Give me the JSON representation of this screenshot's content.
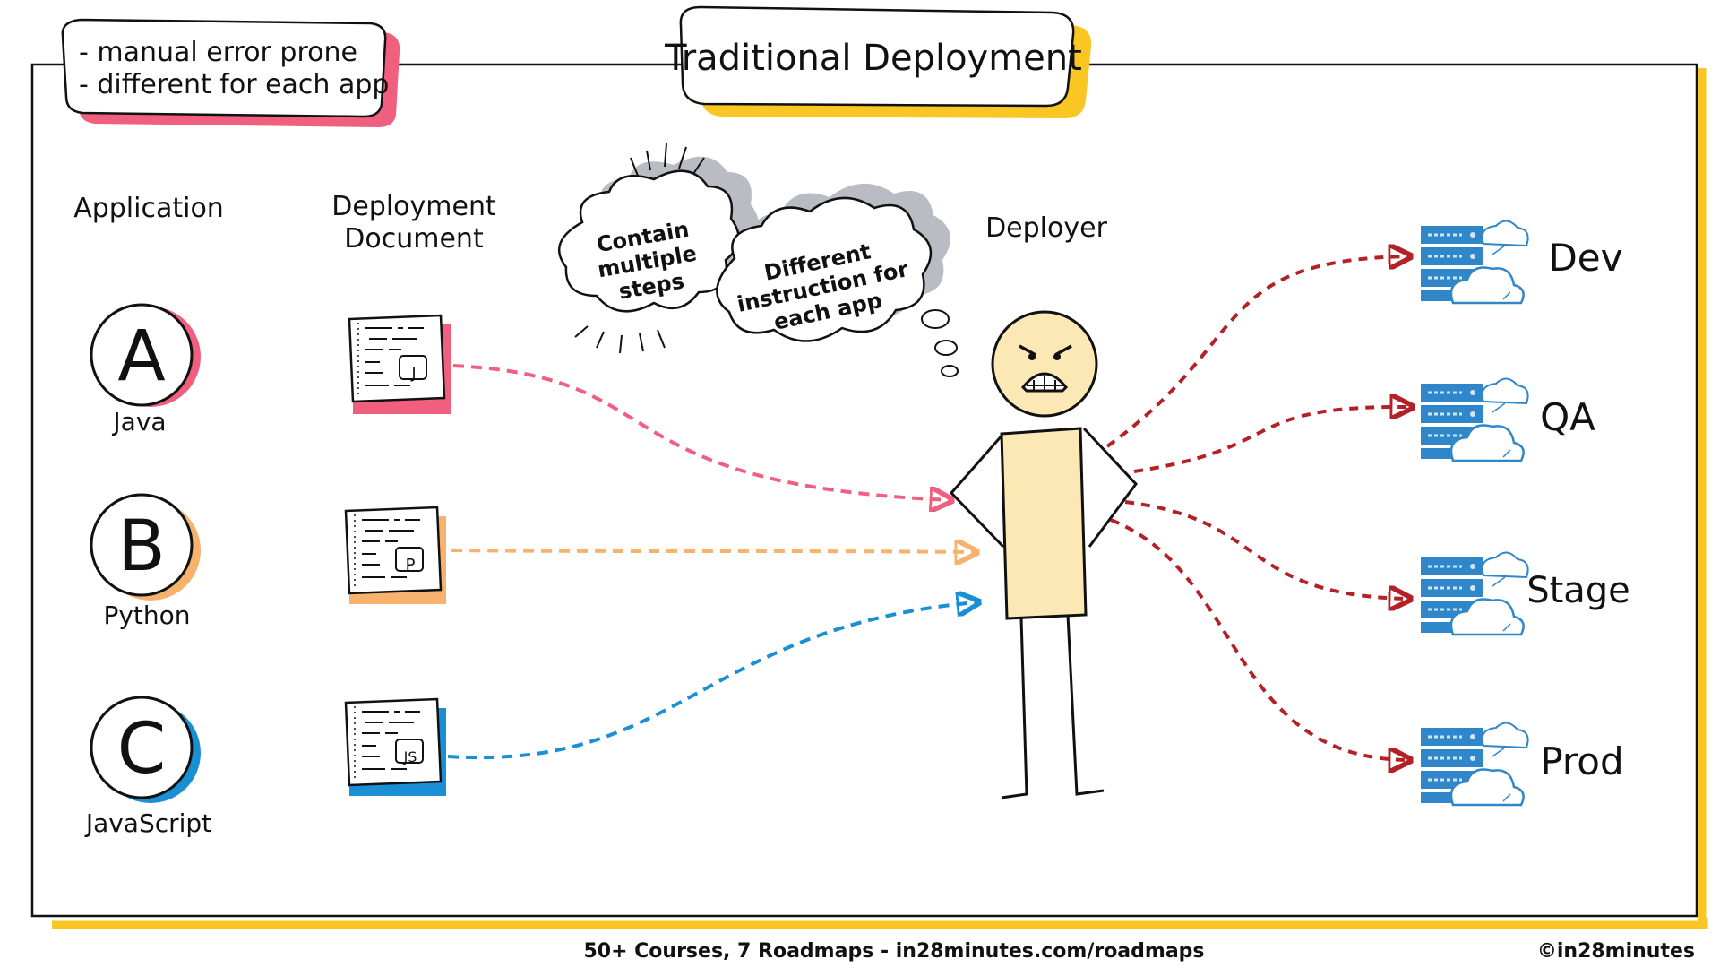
{
  "title": "Traditional Deployment",
  "notes": [
    "- manual error prone",
    "- different for each app"
  ],
  "headers": {
    "application": "Application",
    "deployment_document": [
      "Deployment",
      "Document"
    ],
    "deployer": "Deployer"
  },
  "apps": [
    {
      "letter": "A",
      "name": "Java",
      "doc_badge": "J",
      "color": "#f0607e"
    },
    {
      "letter": "B",
      "name": "Python",
      "doc_badge": "P",
      "color": "#f7b26d"
    },
    {
      "letter": "C",
      "name": "JavaScript",
      "doc_badge": "JS",
      "color": "#1b8fd6"
    }
  ],
  "thoughts": {
    "cloud1": [
      "Contain",
      "multiple",
      "steps"
    ],
    "cloud2": [
      "Different",
      "instruction for",
      "each app"
    ]
  },
  "environments": [
    "Dev",
    "QA",
    "Stage",
    "Prod"
  ],
  "footer": {
    "tagline": "50+ Courses, 7 Roadmaps -  in28minutes.com/roadmaps",
    "copyright": "©in28minutes"
  },
  "colors": {
    "accent_yellow": "#f9c623",
    "note_pink": "#f0607e",
    "env_arrow": "#b32025",
    "server_blue": "#2f86c8",
    "person_fill": "#fbe8b5"
  }
}
